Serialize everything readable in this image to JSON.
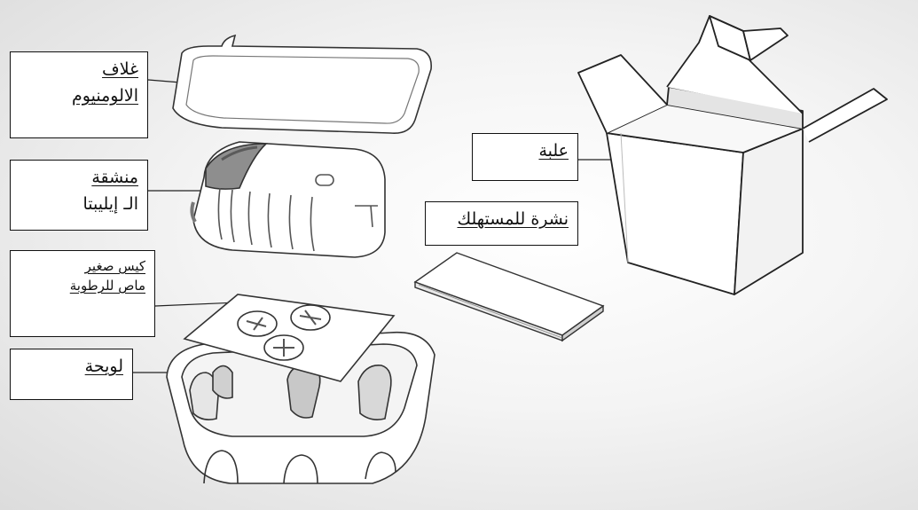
{
  "labels": {
    "foil": {
      "line1": "غلاف",
      "line2": "الالومنيوم"
    },
    "inhaler": {
      "line1": "منشقة",
      "line2": "الـ إيليبتا"
    },
    "desiccant": {
      "line1": "كيس صغير",
      "line2": "ماص للرطوبة"
    },
    "tray": {
      "line1": "لويحة"
    },
    "box": {
      "line1": "علبة"
    },
    "leaflet": {
      "line1": "نشرة للمستهلك"
    }
  }
}
